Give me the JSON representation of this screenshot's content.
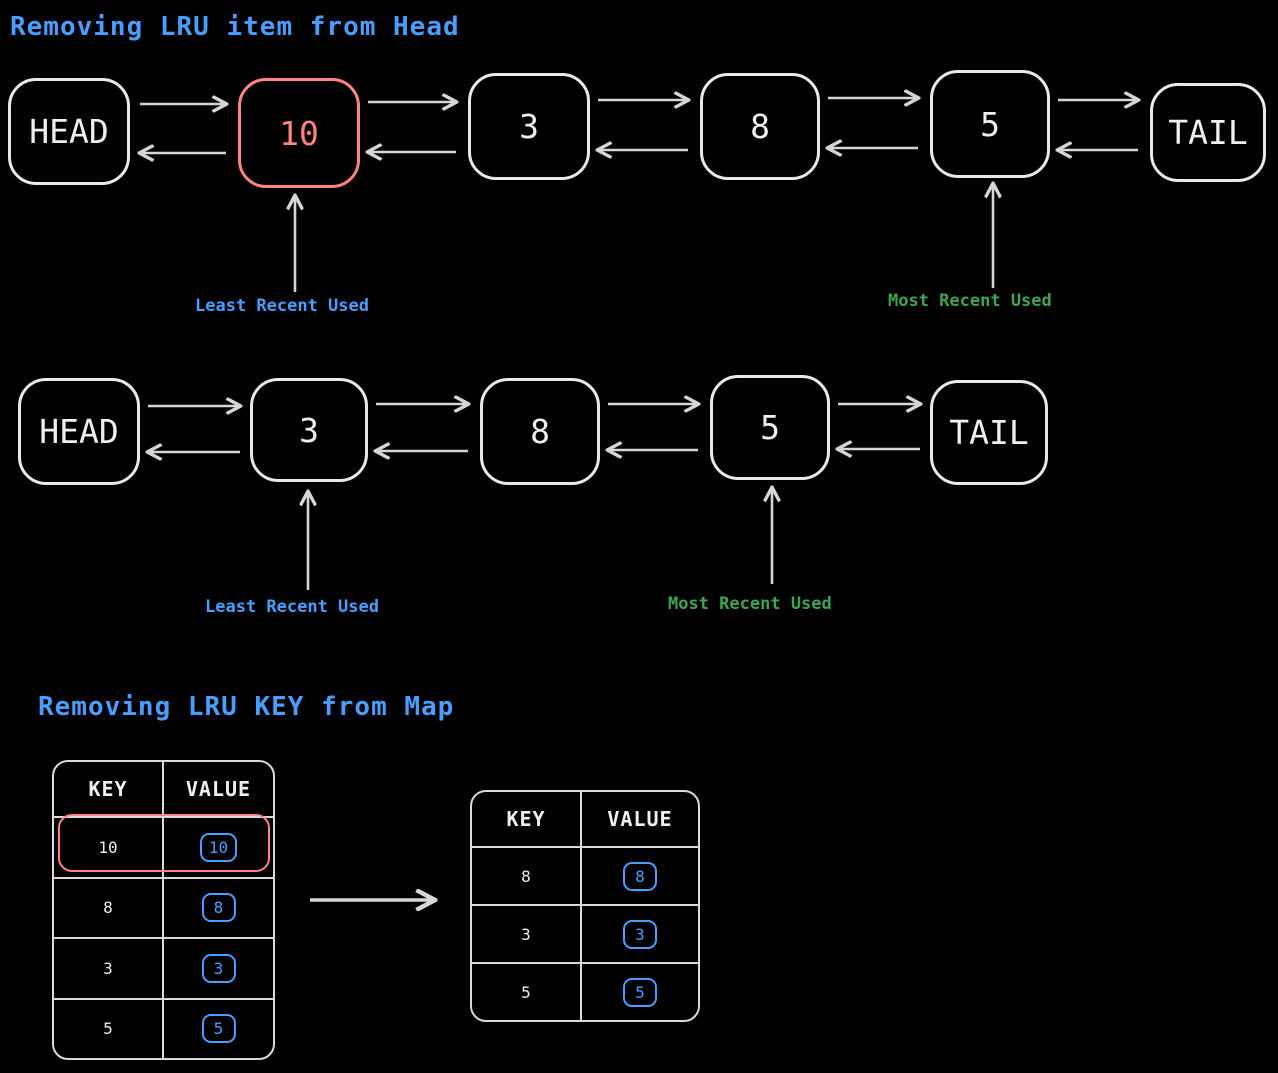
{
  "colors": {
    "background": "#000000",
    "node_stroke": "#e9e9e9",
    "arrow_stroke": "#d6d6d6",
    "title_blue": "#4a9eff",
    "lru_red": "#ff8383",
    "mru_green": "#3ca455",
    "value_blue": "#4a9eff"
  },
  "s1": {
    "title": "Removing LRU item from Head",
    "row1": {
      "nodes": [
        {
          "label": "HEAD"
        },
        {
          "label": "10"
        },
        {
          "label": "3"
        },
        {
          "label": "8"
        },
        {
          "label": "5"
        },
        {
          "label": "TAIL"
        }
      ],
      "lru": "Least Recent Used",
      "mru": "Most Recent Used"
    },
    "row2": {
      "nodes": [
        {
          "label": "HEAD"
        },
        {
          "label": "3"
        },
        {
          "label": "8"
        },
        {
          "label": "5"
        },
        {
          "label": "TAIL"
        }
      ],
      "lru": "Least Recent Used",
      "mru": "Most Recent Used"
    }
  },
  "s2": {
    "title": "Removing LRU KEY from Map",
    "before": {
      "headers": [
        "KEY",
        "VALUE"
      ],
      "rows": [
        {
          "key": "10",
          "value": "10"
        },
        {
          "key": "8",
          "value": "8"
        },
        {
          "key": "3",
          "value": "3"
        },
        {
          "key": "5",
          "value": "5"
        }
      ]
    },
    "after": {
      "headers": [
        "KEY",
        "VALUE"
      ],
      "rows": [
        {
          "key": "8",
          "value": "8"
        },
        {
          "key": "3",
          "value": "3"
        },
        {
          "key": "5",
          "value": "5"
        }
      ]
    }
  }
}
